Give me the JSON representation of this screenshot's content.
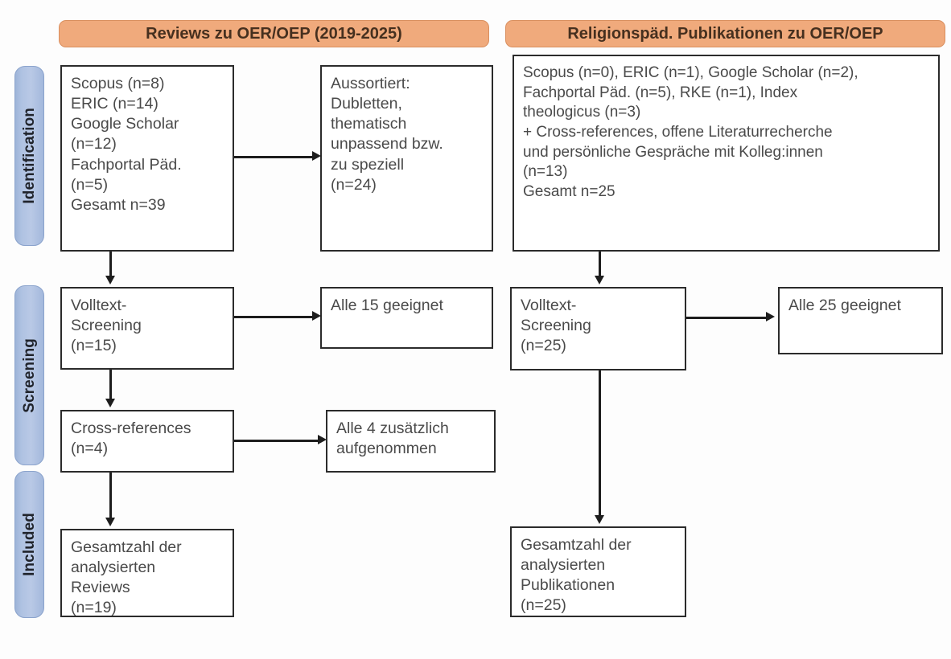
{
  "diagram": {
    "title_left": "Reviews zu OER/OEP (2019-2025)",
    "title_right": "Religionspäd. Publikationen zu OER/OEP",
    "accent_banner": "#f0aa7c",
    "accent_phase": "#b0c3e3",
    "box_border": "#2b2b2b"
  },
  "phases": {
    "identification": "Identification",
    "screening": "Screening",
    "included": "Included"
  },
  "left_column": {
    "sources_box": "Scopus (n=8)\nERIC (n=14)\nGoogle Scholar\n(n=12)\nFachportal Päd.\n(n=5)\nGesamt n=39",
    "excluded_box": "Aussortiert:\nDubletten,\nthematisch\nunpassend bzw.\nzu speziell\n(n=24)",
    "fulltext_box": "Volltext-\nScreening\n(n=15)",
    "eligible_box": "Alle 15 geeignet",
    "crossrefs_box": "Cross-references\n(n=4)",
    "crossrefs_result_box": "Alle 4 zusätzlich\naufgenommen",
    "included_box": "Gesamtzahl der\nanalysierten\nReviews\n(n=19)"
  },
  "right_column": {
    "sources_box": "Scopus (n=0), ERIC (n=1), Google Scholar (n=2),\nFachportal Päd. (n=5), RKE (n=1), Index\ntheologicus (n=3)\n+ Cross-references, offene Literaturrecherche\nund persönliche Gespräche mit Kolleg:innen\n(n=13)\nGesamt n=25",
    "fulltext_box": "Volltext-\nScreening\n(n=25)",
    "eligible_box": "Alle 25 geeignet",
    "included_box": "Gesamtzahl der\nanalysierten\nPublikationen\n(n=25)"
  }
}
